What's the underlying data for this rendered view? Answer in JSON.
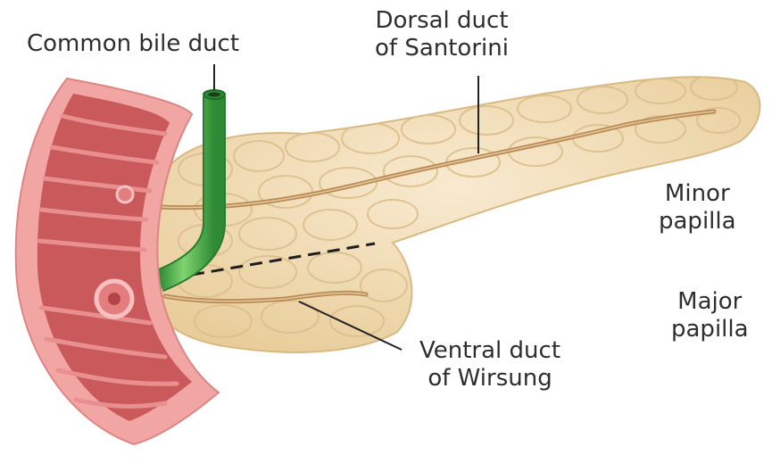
{
  "labels": {
    "common_bile_duct": "Common bile duct",
    "dorsal_duct": [
      "Dorsal duct",
      "of Santorini"
    ],
    "minor_papilla": [
      "Minor",
      "papilla"
    ],
    "major_papilla": [
      "Major",
      "papilla"
    ],
    "ventral_duct": [
      "Ventral duct",
      "of Wirsung"
    ]
  },
  "colors": {
    "pancreas_fill": "#f1ddb4",
    "pancreas_lobule": "#e3c692",
    "duct": "#b98a55",
    "bile_duct": "#3fa845",
    "duodenum_outer": "#f2a6a4",
    "duodenum_inner": "#c9595b",
    "label_text": "#2e2e2e"
  }
}
